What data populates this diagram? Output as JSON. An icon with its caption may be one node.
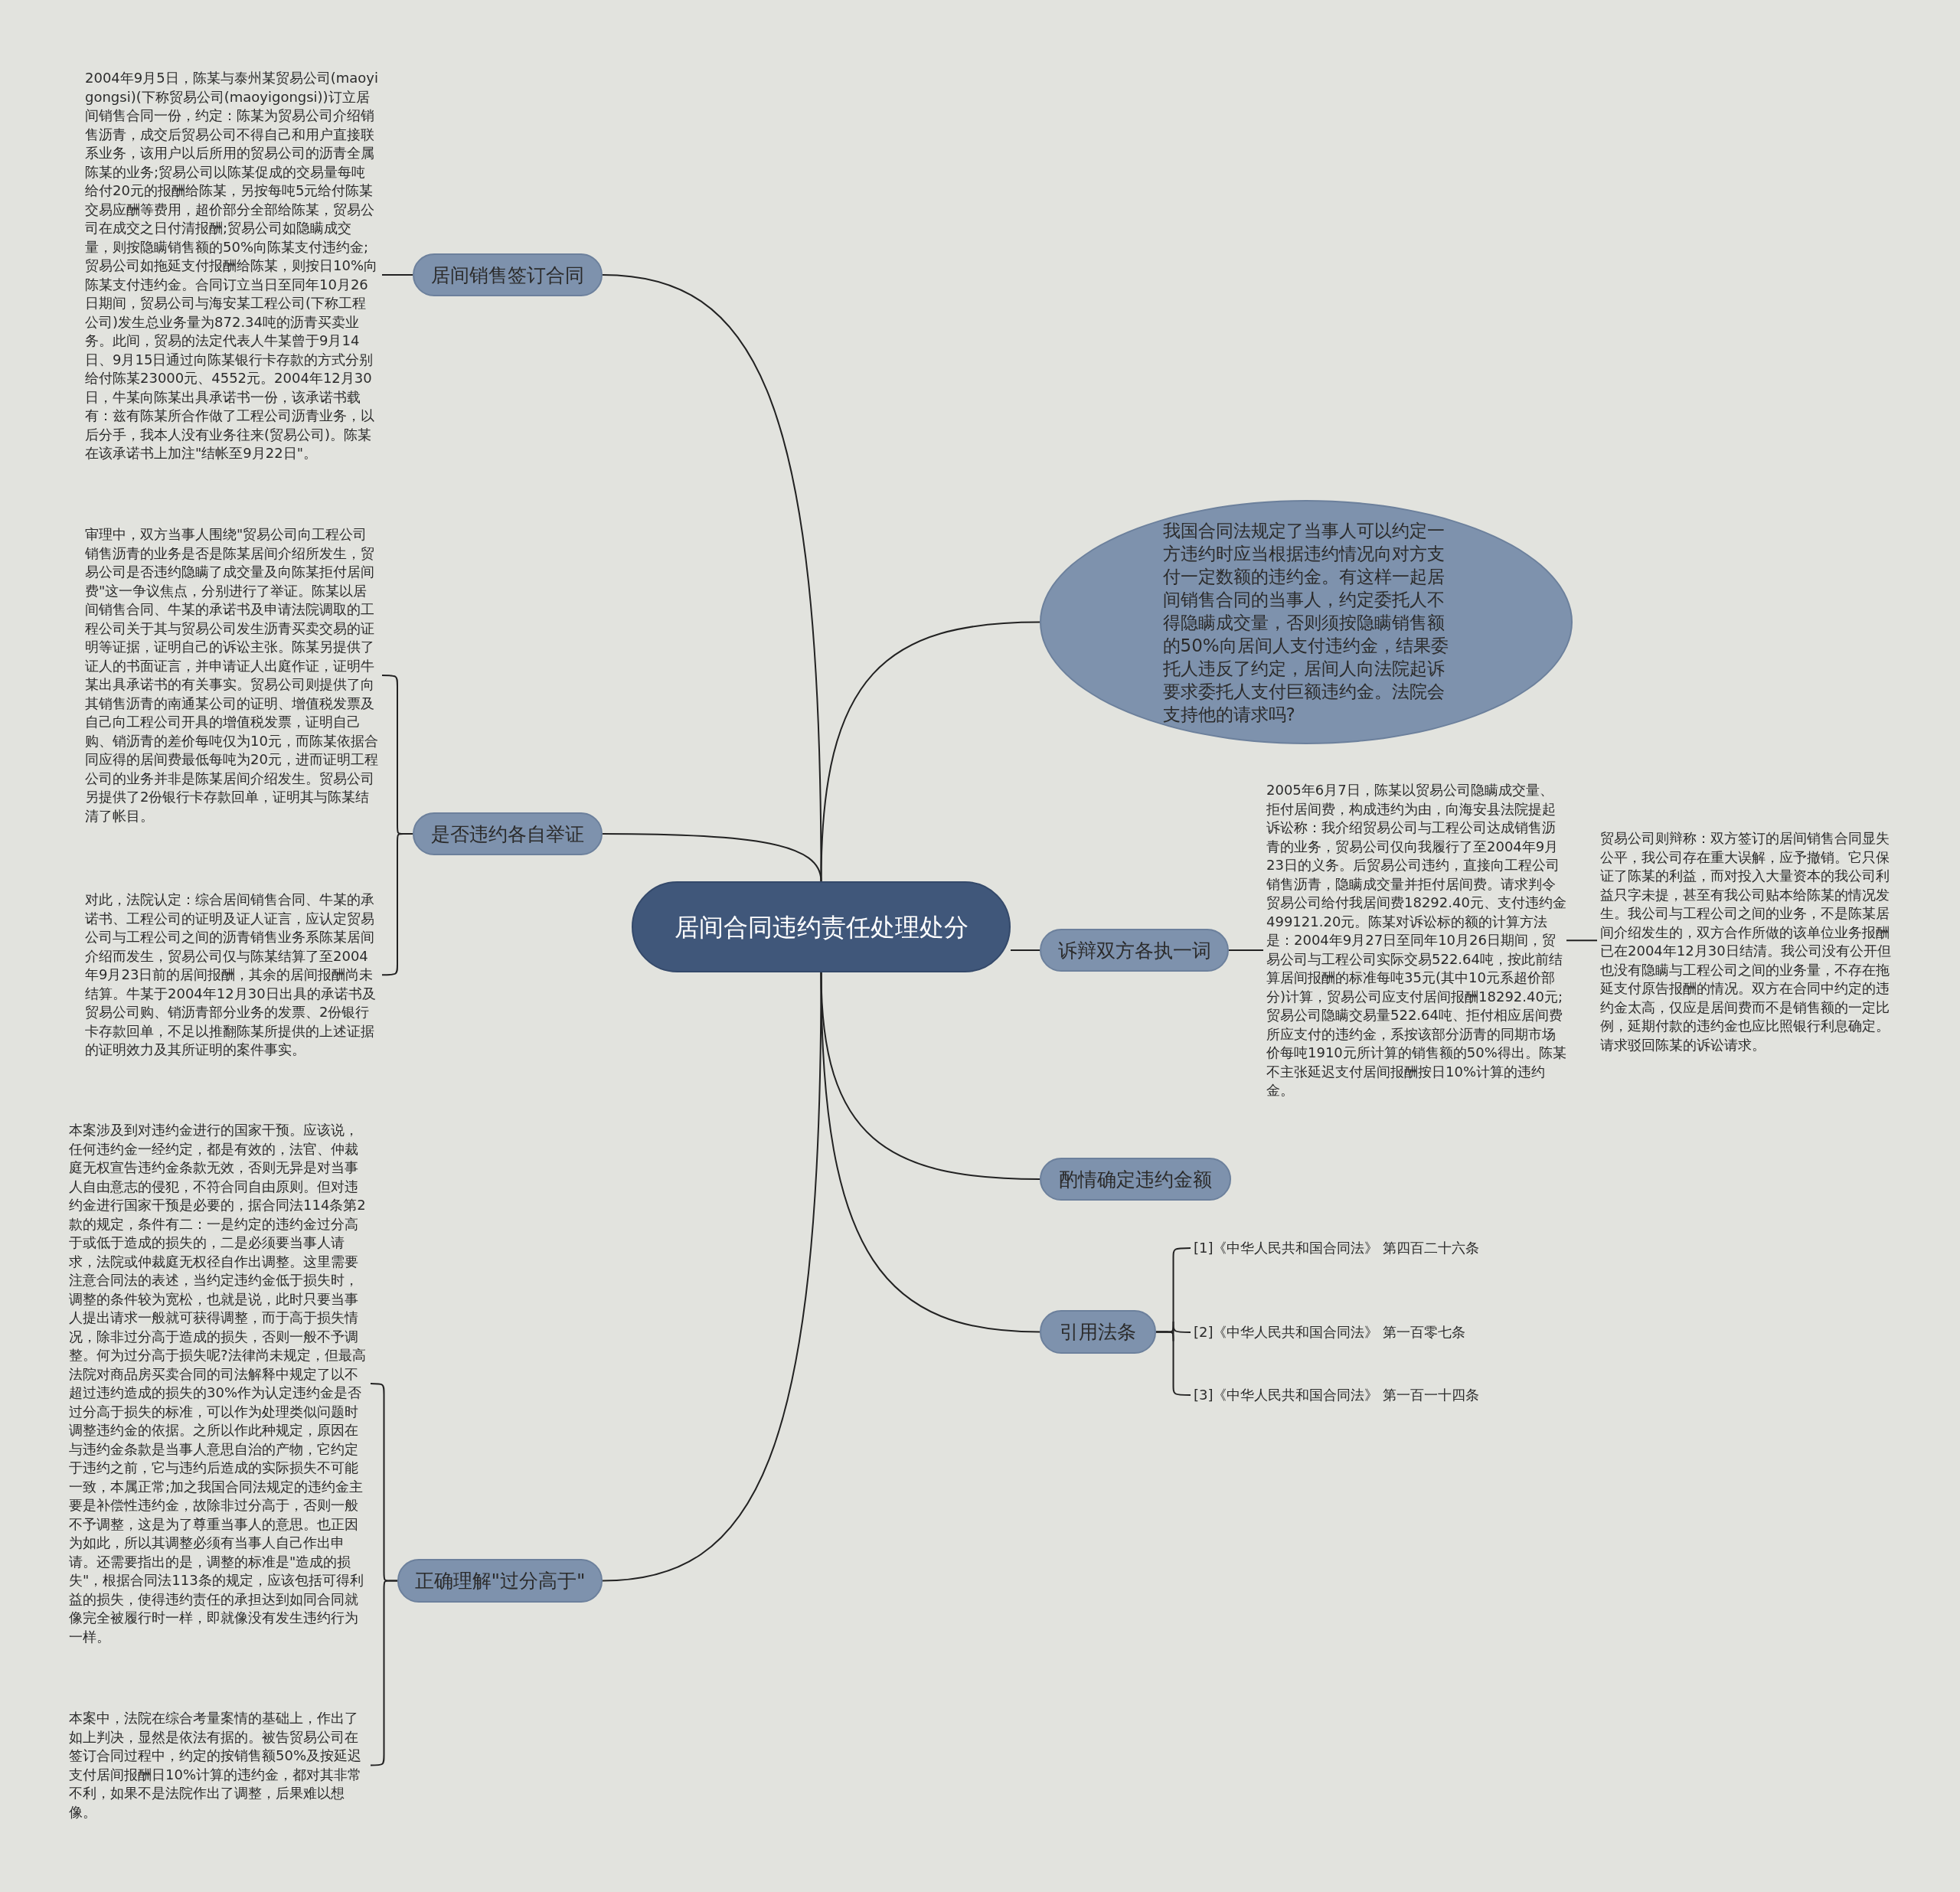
{
  "diagram": {
    "nodes": [
      {
        "text": [
          "居间合同违约责任处理处分"
        ]
      },
      {
        "text": [
          "居间销售签订合同"
        ]
      },
      {
        "text": [
          "2004年9月5日，陈某与泰州某贸易公司(maoyigongsi)(下称贸易公司(maoyigongsi))订立居间销售合同一份，约定：陈某为贸易公司介绍销售沥青，成交后贸易公司不得自己和用户直接联系业务，该用户以后所用的贸易公司的沥青全属陈某的业务;贸易公司以陈某促成的交易量每吨给付20元的报酬给陈某，另按每吨5元给付陈某交易应酬等费用，超价部分全部给陈某，贸易公司在成交之日付清报酬;贸易公司如隐瞒成交量，则按隐瞒销售额的50%向陈某支付违约金;贸易公司如拖延支付报酬给陈某，则按日10%向陈某支付违约金。合同订立当日至同年10月26日期间，贸易公司与海安某工程公司(下称工程公司)发生总业务量为872.34吨的沥青买卖业务。此间，贸易的法定代表人牛某曾于9月14日、9月15日通过向陈某银行卡存款的方式分别给付陈某23000元、4552元。2004年12月30日，牛某向陈某出具承诺书一份，该承诺书载有：兹有陈某所合作做了工程公司沥青业务，以后分手，我本人没有业务往来(贸易公司)。陈某在该承诺书上加注\"结帐至9月22日\"。"
        ]
      },
      {
        "text": [
          "是否违约各自举证"
        ]
      },
      {
        "text": [
          "审理中，双方当事人围绕\"贸易公司向工程公司销售沥青的业务是否是陈某居间介绍所发生，贸易公司是否违约隐瞒了成交量及向陈某拒付居间费\"这一争议焦点，分别进行了举证。陈某以居间销售合同、牛某的承诺书及申请法院调取的工程公司关于其与贸易公司发生沥青买卖交易的证明等证据，证明自己的诉讼主张。陈某另提供了证人的书面证言，并申请证人出庭作证，证明牛某出具承诺书的有关事实。贸易公司则提供了向其销售沥青的南通某公司的证明、增值税发票及自己向工程公司开具的增值税发票，证明自己购、销沥青的差价每吨仅为10元，而陈某依据合同应得的居间费最低每吨为20元，进而证明工程公司的业务并非是陈某居间介绍发生。贸易公司另提供了2份银行卡存款回单，证明其与陈某结清了帐目。"
        ]
      },
      {
        "text": [
          "对此，法院认定：综合居间销售合同、牛某的承诺书、工程公司的证明及证人证言，应认定贸易公司与工程公司之间的沥青销售业务系陈某居间介绍而发生，贸易公司仅与陈某结算了至2004年9月23日前的居间报酬，其余的居间报酬尚未结算。牛某于2004年12月30日出具的承诺书及贸易公司购、销沥青部分业务的发票、2份银行卡存款回单，不足以推翻陈某所提供的上述证据的证明效力及其所证明的案件事实。"
        ]
      },
      {
        "text": [
          "我国合同法规定了当事人可以约定一方违约时应当根据违约情况向对方支付一定数额的违约金。有这样一起居间销售合同的当事人，约定委托人不得隐瞒成交量，否则须按隐瞒销售额的50%向居间人支付违约金，结果委托人违反了约定，居间人向法院起诉要求委托人支付巨额违约金。法院会支持他的请求吗?"
        ]
      },
      {
        "text": [
          "诉辩双方各执一词"
        ]
      },
      {
        "text": [
          "2005年6月7日，陈某以贸易公司隐瞒成交量、拒付居间费，构成违约为由，向海安县法院提起诉讼称：我介绍贸易公司与工程公司达成销售沥青的业务，贸易公司仅向我履行了至2004年9月23日的义务。后贸易公司违约，直接向工程公司销售沥青，隐瞒成交量并拒付居间费。请求判令贸易公司给付我居间费18292.40元、支付违约金499121.20元。陈某对诉讼标的额的计算方法是：2004年9月27日至同年10月26日期间，贸易公司与工程公司实际交易522.64吨，按此前结算居间报酬的标准每吨35元(其中10元系超价部分)计算，贸易公司应支付居间报酬18292.40元;贸易公司隐瞒交易量522.64吨、拒付相应居间费所应支付的违约金，系按该部分沥青的同期市场价每吨1910元所计算的销售额的50%得出。陈某不主张延迟支付居间报酬按日10%计算的违约金。"
        ]
      },
      {
        "text": [
          "贸易公司则辩称：双方签订的居间销售合同显失公平，我公司存在重大误解，应予撤销。它只保证了陈某的利益，而对投入大量资本的我公司利益只字未提，甚至有我公司贴本给陈某的情况发生。我公司与工程公司之间的业务，不是陈某居间介绍发生的，双方合作所做的该单位业务报酬已在2004年12月30日结清。我公司没有公开但也没有隐瞒与工程公司之间的业务量，不存在拖延支付原告报酬的情况。双方在合同中约定的违约金太高，仅应是居间费而不是销售额的一定比例，延期付款的违约金也应比照银行利息确定。请求驳回陈某的诉讼请求。"
        ]
      },
      {
        "text": [
          "酌情确定违约金额"
        ]
      },
      {
        "text": [
          "引用法条"
        ]
      },
      {
        "text": [
          "[1]《中华人民共和国合同法》 第四百二十六条"
        ]
      },
      {
        "text": [
          "[2]《中华人民共和国合同法》 第一百零七条"
        ]
      },
      {
        "text": [
          "[3]《中华人民共和国合同法》 第一百一十四条"
        ]
      },
      {
        "text": [
          "正确理解\"过分高于\""
        ]
      },
      {
        "text": [
          "本案涉及到对违约金进行的国家干预。应该说，任何违约金一经约定，都是有效的，法官、仲裁庭无权宣告违约金条款无效，否则无异是对当事人自由意志的侵犯，不符合同自由原则。但对违约金进行国家干预是必要的，据合同法114条第2款的规定，条件有二：一是约定的违约金过分高于或低于造成的损失的，二是必须要当事人请求，法院或仲裁庭无权径自作出调整。这里需要注意合同法的表述，当约定违约金低于损失时，调整的条件较为宽松，也就是说，此时只要当事人提出请求一般就可获得调整，而于高于损失情况，除非过分高于造成的损失，否则一般不予调整。何为过分高于损失呢?法律尚未规定，但最高法院对商品房买卖合同的司法解释中规定了以不超过违约造成的损失的30%作为认定违约金是否过分高于损失的标准，可以作为处理类似问题时调整违约金的依据。之所以作此种规定，原因在与违约金条款是当事人意思自治的产物，它约定于违约之前，它与违约后造成的实际损失不可能一致，本属正常;加之我国合同法规定的违约金主要是补偿性违约金，故除非过分高于，否则一般不予调整，这是为了尊重当事人的意思。也正因为如此，所以其调整必须有当事人自己作出申请。还需要指出的是，调整的标准是\"造成的损失\"，根据合同法113条的规定，应该包括可得利益的损失，使得违约责任的承担达到如同合同就像完全被履行时一样，即就像没有发生违约行为一样。"
        ]
      },
      {
        "text": [
          "本案中，法院在综合考量案情的基础上，作出了如上判决，显然是依法有据的。被告贸易公司在签订合同过程中，约定的按销售额50%及按延迟支付居间报酬日10%计算的违约金，都对其非常不利，如果不是法院作出了调整，后果难以想像。"
        ]
      }
    ],
    "edges": [
      {
        "from": 0,
        "to": 1,
        "arrow": "none"
      },
      {
        "from": 1,
        "to": 2,
        "arrow": "none"
      },
      {
        "from": 0,
        "to": 3,
        "arrow": "none"
      },
      {
        "from": 3,
        "to": 4,
        "arrow": "none"
      },
      {
        "from": 3,
        "to": 5,
        "arrow": "none"
      },
      {
        "from": 0,
        "to": 6,
        "arrow": "none"
      },
      {
        "from": 0,
        "to": 7,
        "arrow": "none"
      },
      {
        "from": 7,
        "to": 8,
        "arrow": "none"
      },
      {
        "from": 8,
        "to": 9,
        "arrow": "none"
      },
      {
        "from": 0,
        "to": 10,
        "arrow": "none"
      },
      {
        "from": 0,
        "to": 11,
        "arrow": "none"
      },
      {
        "from": 11,
        "to": 12,
        "arrow": "none"
      },
      {
        "from": 11,
        "to": 13,
        "arrow": "none"
      },
      {
        "from": 11,
        "to": 14,
        "arrow": "none"
      },
      {
        "from": 0,
        "to": 15,
        "arrow": "none"
      },
      {
        "from": 15,
        "to": 16,
        "arrow": "none"
      },
      {
        "from": 15,
        "to": 17,
        "arrow": "none"
      }
    ]
  }
}
